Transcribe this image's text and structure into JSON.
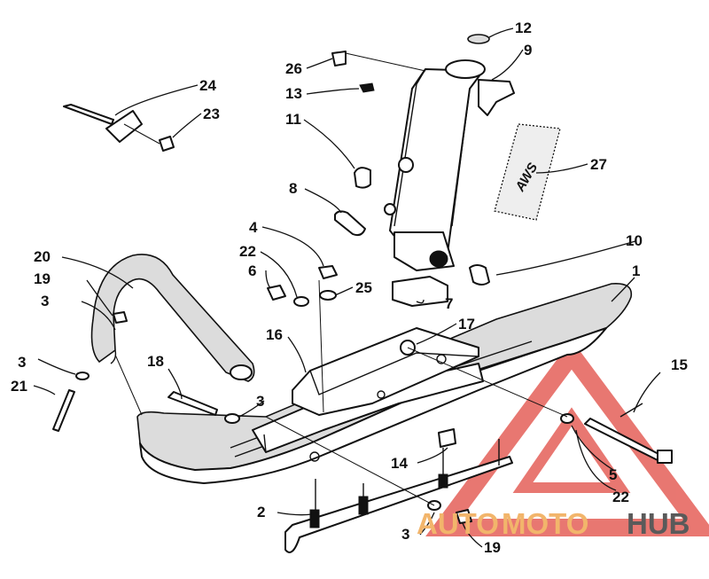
{
  "callouts": {
    "c1": "1",
    "c2": "2",
    "c3a": "3",
    "c3b": "3",
    "c3c": "3",
    "c3d": "3",
    "c4": "4",
    "c5": "5",
    "c6": "6",
    "c7": "7",
    "c8": "8",
    "c9": "9",
    "c10": "10",
    "c11": "11",
    "c12": "12",
    "c13": "13",
    "c14": "14",
    "c15": "15",
    "c16": "16",
    "c17": "17",
    "c18": "18",
    "c19a": "19",
    "c19b": "19",
    "c20": "20",
    "c21": "21",
    "c22a": "22",
    "c22b": "22",
    "c23": "23",
    "c24": "24",
    "c25": "25",
    "c26": "26",
    "c27": "27"
  },
  "decal_text": "AWS",
  "watermark": {
    "part1": "AUTO",
    "part2": "MOTO",
    "part3": "HUB",
    "color_accent": "#f2b56b",
    "color_dark": "#5a5a5a",
    "triangle_color": "#e14a42"
  }
}
